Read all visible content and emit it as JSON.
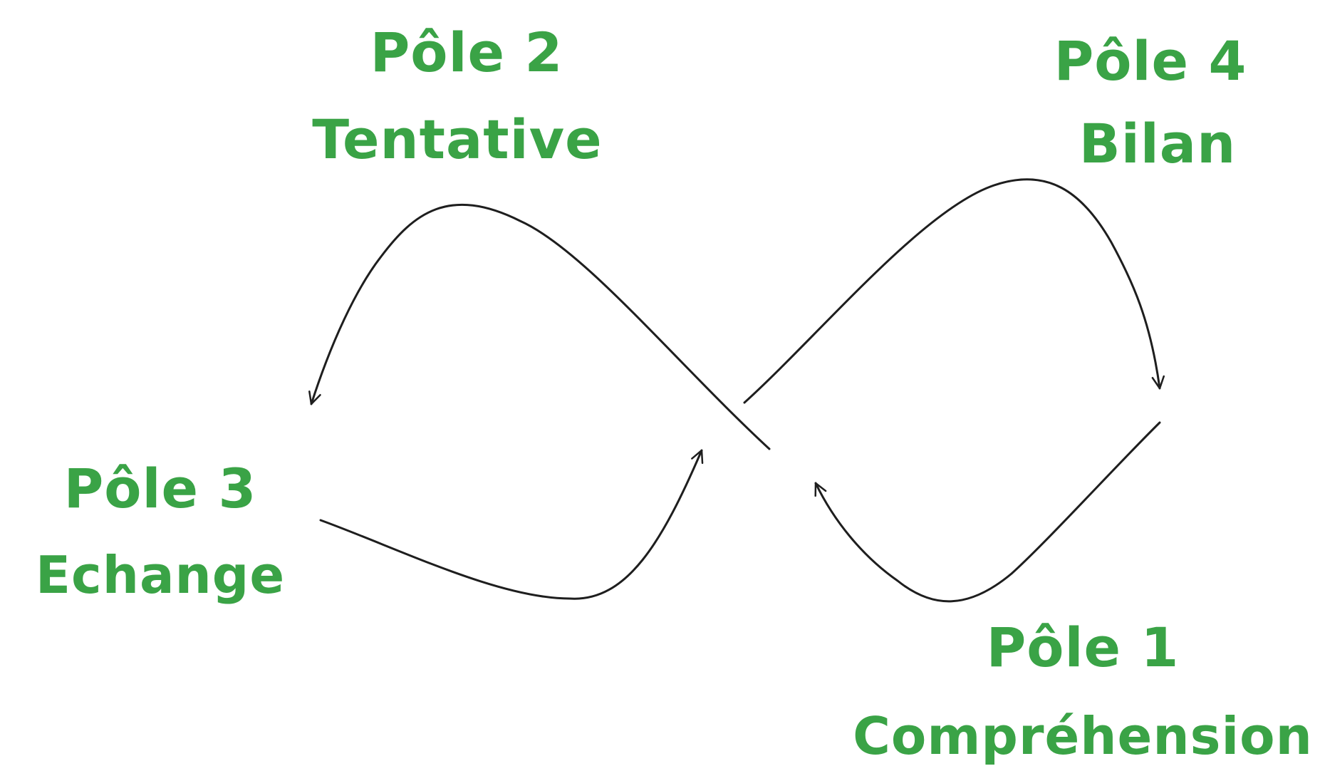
{
  "colors": {
    "label": "#3aa346",
    "stroke": "#1e1e1e",
    "background": "#ffffff"
  },
  "poles": [
    {
      "id": "pole-1",
      "title": "Pôle 1",
      "subtitle": "Compréhension"
    },
    {
      "id": "pole-2",
      "title": "Pôle 2",
      "subtitle": "Tentative"
    },
    {
      "id": "pole-3",
      "title": "Pôle 3",
      "subtitle": "Echange"
    },
    {
      "id": "pole-4",
      "title": "Pôle 4",
      "subtitle": "Bilan"
    }
  ]
}
